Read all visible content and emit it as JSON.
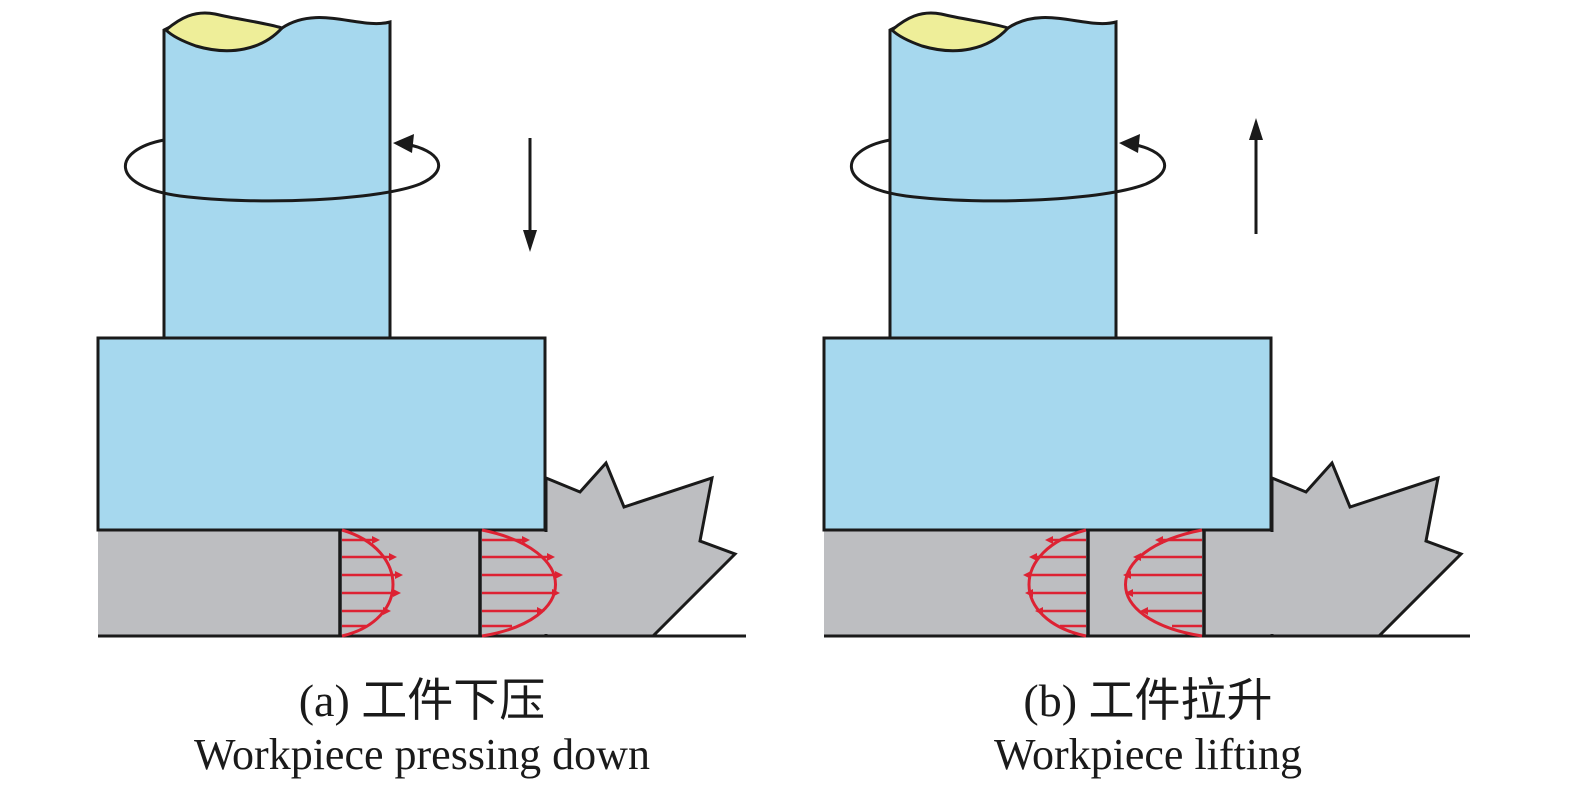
{
  "panels": [
    {
      "id": "a",
      "caption_cn": "(a) 工件下压",
      "caption_en": "Workpiece pressing down",
      "motion": "down"
    },
    {
      "id": "b",
      "caption_cn": "(b) 工件拉升",
      "caption_en": "Workpiece lifting",
      "motion": "up"
    }
  ],
  "colors": {
    "tool": "#a6d8ee",
    "tool_tip": "#eeee99",
    "workpiece": "#bdbec1",
    "flow_lines": "#dd2233",
    "outline": "#1a1a1a"
  }
}
